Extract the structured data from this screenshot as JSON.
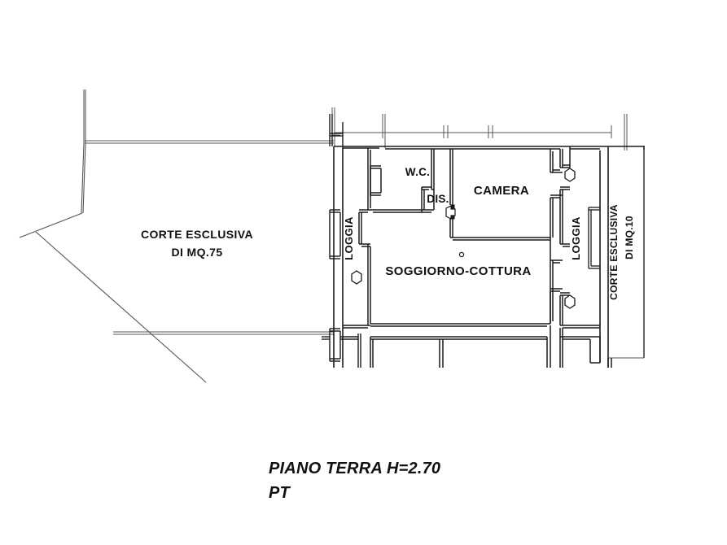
{
  "drawing": {
    "title_caption_line1": "PIANO TERRA H=2.70",
    "title_caption_line2": "PT",
    "line_color": "#333333",
    "wall_color": "#1a1a1a",
    "text_color": "#111111",
    "background": "#ffffff"
  },
  "rooms": [
    {
      "id": "soggiorno",
      "label": "SOGGIORNO-COTTURA"
    },
    {
      "id": "camera",
      "label": "CAMERA"
    },
    {
      "id": "wc",
      "label": "W.C."
    },
    {
      "id": "dis",
      "label": "DIS."
    },
    {
      "id": "loggia_left",
      "label": "LOGGIA"
    },
    {
      "id": "loggia_right",
      "label": "LOGGIA"
    }
  ],
  "outdoor_areas": [
    {
      "id": "corte_grande",
      "label_line1": "CORTE ESCLUSIVA",
      "label_line2": "DI MQ.75"
    },
    {
      "id": "corte_piccola",
      "label_line1": "CORTE ESCLUSIVA",
      "label_line2": "DI MQ.10"
    }
  ]
}
